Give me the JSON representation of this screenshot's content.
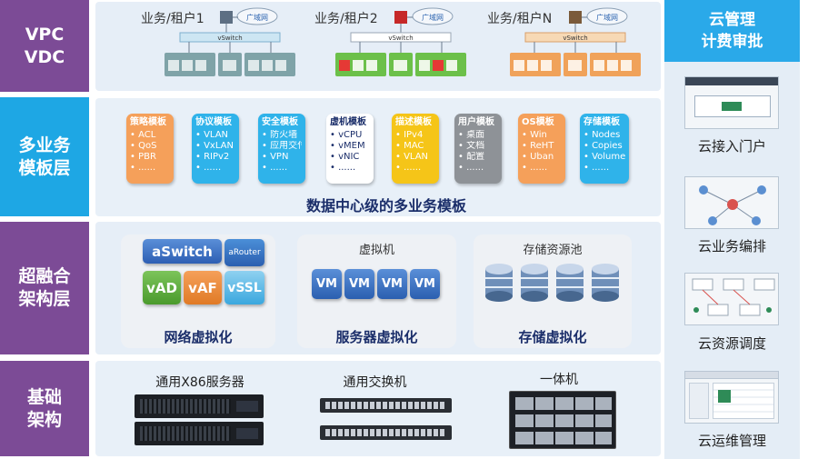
{
  "layers": {
    "vpc": [
      "VPC",
      "VDC"
    ],
    "templates": [
      "多业务",
      "模板层"
    ],
    "hci": [
      "超融合",
      "架构层"
    ],
    "infra": [
      "基础",
      "架构"
    ]
  },
  "tenants": [
    {
      "label": "业务/租户1",
      "cloud": "广域网",
      "switch": "vSwitch"
    },
    {
      "label": "业务/租户2",
      "cloud": "广域网",
      "switch": "vSwitch"
    },
    {
      "label": "业务/租户N",
      "cloud": "广域网",
      "switch": "vSwitch"
    }
  ],
  "templates": [
    {
      "title": "策略模板",
      "items": [
        "• ACL",
        "• QoS",
        "• PBR",
        "• ......"
      ],
      "color": "#f5a05a"
    },
    {
      "title": "协议模板",
      "items": [
        "• VLAN",
        "• VxLAN",
        "• RIPv2",
        "• ......"
      ],
      "color": "#2fb3ea"
    },
    {
      "title": "安全模板",
      "items": [
        "• 防火墙",
        "• 应用交付",
        "• VPN",
        "• ......"
      ],
      "color": "#2fb3ea"
    },
    {
      "title": "虚机模板",
      "items": [
        "• vCPU",
        "• vMEM",
        "• vNIC",
        "• ......"
      ],
      "color": "#ffffff"
    },
    {
      "title": "描述模板",
      "items": [
        "• IPv4",
        "• MAC",
        "• VLAN",
        "• ......"
      ],
      "color": "#f5c518"
    },
    {
      "title": "用户模板",
      "items": [
        "• 桌面",
        "• 文档",
        "• 配置",
        "• ......"
      ],
      "color": "#8e9297"
    },
    {
      "title": "OS模板",
      "items": [
        "• Win",
        "• ReHT",
        "• Uban",
        "• ......"
      ],
      "color": "#f5a05a"
    },
    {
      "title": "存储模板",
      "items": [
        "• Nodes",
        "• Copies",
        "• Volume",
        "• ......"
      ],
      "color": "#2fb3ea"
    }
  ],
  "templates_caption": "数据中心级的多业务模板",
  "network": {
    "caption": "网络虚拟化",
    "aswitch": "aSwitch",
    "arouter": "aRouter",
    "vad": "vAD",
    "vaf": "vAF",
    "vssl": "vSSL"
  },
  "server": {
    "caption": "服务器虚拟化",
    "title": "虚拟机",
    "vms": [
      "VM",
      "VM",
      "VM",
      "VM"
    ]
  },
  "storage": {
    "caption": "存储虚拟化",
    "title": "存储资源池"
  },
  "infra": {
    "x86": "通用X86服务器",
    "switch": "通用交换机",
    "aio": "一体机"
  },
  "right_panel": {
    "title": [
      "云管理",
      "计费审批"
    ],
    "items": [
      "云接入门户",
      "云业务编排",
      "云资源调度",
      "云运维管理"
    ]
  },
  "colors": {
    "purple": "#7c4b96",
    "cyan": "#1ea7e4",
    "band": "#e6eef7"
  }
}
